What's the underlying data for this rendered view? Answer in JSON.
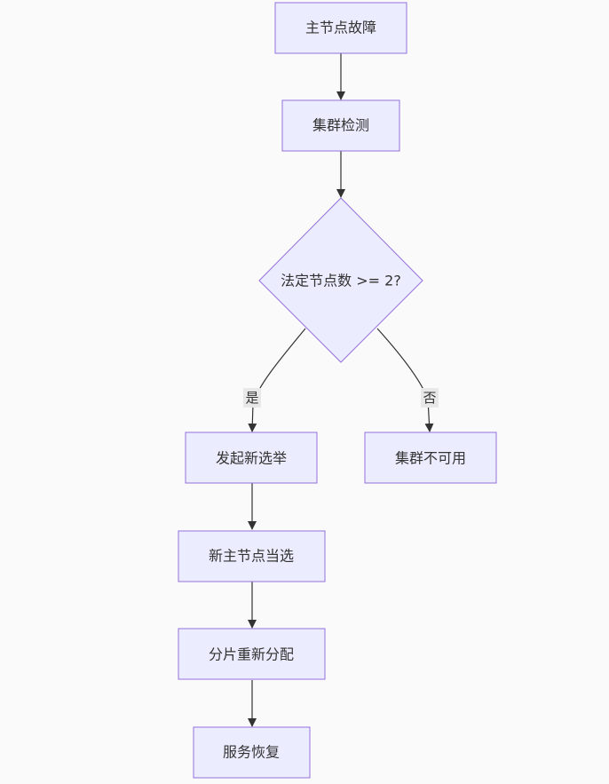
{
  "diagram": {
    "nodes": {
      "primary_failure": "主节点故障",
      "cluster_detect": "集群检测",
      "quorum_check": "法定节点数 >= 2?",
      "start_election": "发起新选举",
      "cluster_unavailable": "集群不可用",
      "new_primary": "新主节点当选",
      "shard_realloc": "分片重新分配",
      "service_recovery": "服务恢复"
    },
    "edge_labels": {
      "yes": "是",
      "no": "否"
    }
  }
}
